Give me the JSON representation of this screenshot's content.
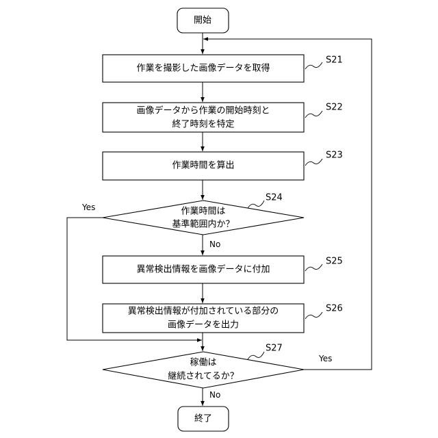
{
  "start": {
    "label": "開始"
  },
  "end": {
    "label": "終了"
  },
  "steps": [
    {
      "id": "S21",
      "lines": [
        "作業を撮影した画像データを取得"
      ]
    },
    {
      "id": "S22",
      "lines": [
        "画像データから作業の開始時刻と",
        "終了時刻を特定"
      ]
    },
    {
      "id": "S23",
      "lines": [
        "作業時間を算出"
      ]
    },
    {
      "id": "S24",
      "lines": [
        "作業時間は",
        "基準範囲内か？"
      ],
      "yes": "Yes",
      "no": "No"
    },
    {
      "id": "S25",
      "lines": [
        "異常検出情報を画像データに付加"
      ]
    },
    {
      "id": "S26",
      "lines": [
        "異常検出情報が付加されている部分の",
        "画像データを出力"
      ]
    },
    {
      "id": "S27",
      "lines": [
        "稼働は",
        "継続されてるか？"
      ],
      "yes": "Yes",
      "no": "No"
    }
  ]
}
